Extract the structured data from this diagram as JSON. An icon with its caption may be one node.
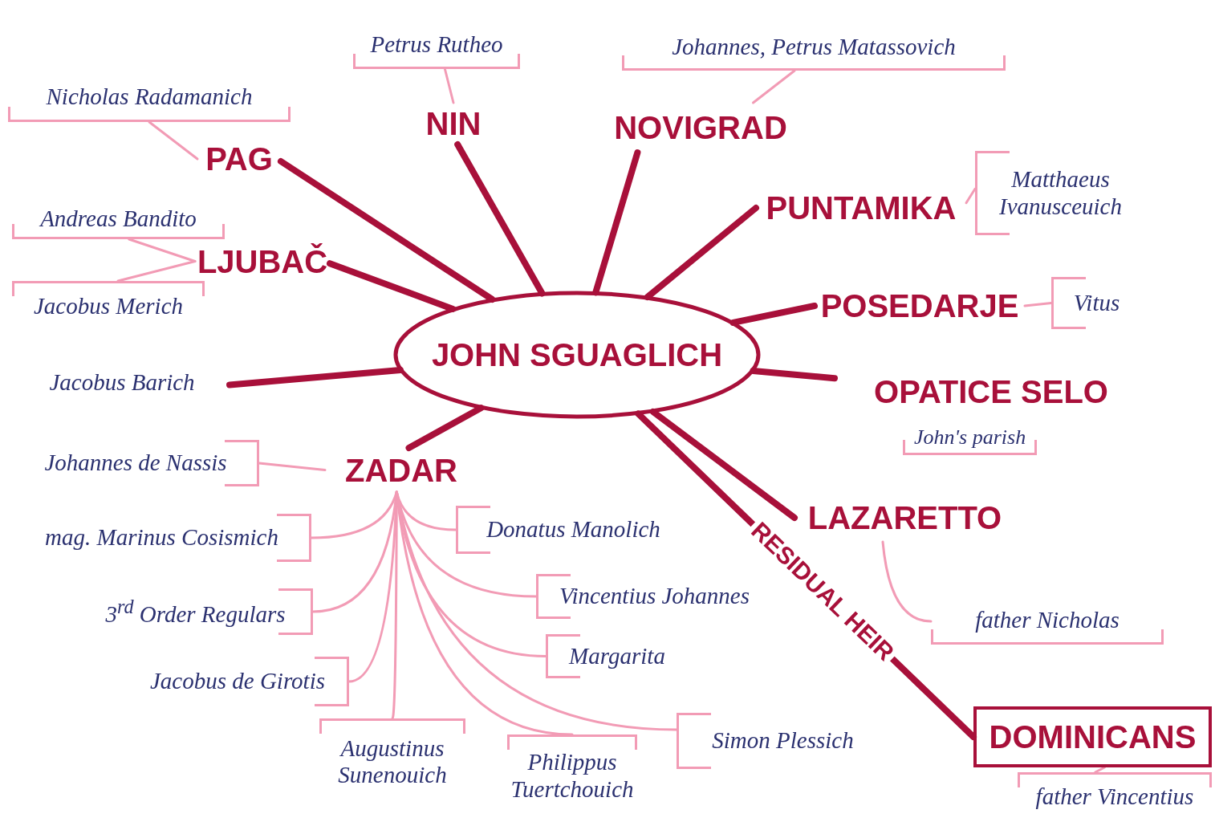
{
  "diagram": {
    "nodes": [
      {
        "text": [
          "JOHN SGUAGLICH"
        ]
      },
      {
        "text": [
          "PAG"
        ]
      },
      {
        "text": [
          "NIN"
        ]
      },
      {
        "text": [
          "NOVIGRAD"
        ]
      },
      {
        "text": [
          "PUNTAMIKA"
        ]
      },
      {
        "text": [
          "LJUBAČ"
        ]
      },
      {
        "text": [
          "POSEDARJE"
        ]
      },
      {
        "text": [
          "Jacobus Barich"
        ]
      },
      {
        "text": [
          "OPATICE SELO"
        ],
        "beside": [
          "John's parish"
        ]
      },
      {
        "text": [
          "ZADAR"
        ]
      },
      {
        "text": [
          "LAZARETTO"
        ]
      },
      {
        "text": [
          "DOMINICANS"
        ]
      },
      {
        "text": [
          "Petrus Rutheo"
        ]
      },
      {
        "text": [
          "Johannes, Petrus Matassovich"
        ]
      },
      {
        "text": [
          "Nicholas Radamanich"
        ]
      },
      {
        "text": [
          "Matthaeus Ivanusceuich"
        ]
      },
      {
        "text": [
          "Andreas Bandito"
        ]
      },
      {
        "text": [
          "Jacobus Merich"
        ]
      },
      {
        "text": [
          "Vitus"
        ]
      },
      {
        "text": [
          "Johannes de Nassis"
        ]
      },
      {
        "text": [
          "mag. Marinus Cosismich"
        ]
      },
      {
        "text": [
          "3$^{rd}$ Order Regulars"
        ]
      },
      {
        "text": [
          "Jacobus de Girotis"
        ]
      },
      {
        "text": [
          "Augustinus Sunenouich"
        ]
      },
      {
        "text": [
          "Philippus Tuertchouich"
        ]
      },
      {
        "text": [
          "Simon Plessich"
        ]
      },
      {
        "text": [
          "Donatus Manolich"
        ]
      },
      {
        "text": [
          "Vincentius Johannes"
        ]
      },
      {
        "text": [
          "Margarita"
        ]
      },
      {
        "text": [
          "father Nicholas"
        ]
      },
      {
        "text": [
          "father Vincentius"
        ]
      }
    ],
    "edges": [
      {
        "from": 0,
        "to": 1,
        "arrow": "none",
        "style": "thick",
        "color": "#a8103a"
      },
      {
        "from": 0,
        "to": 2,
        "arrow": "none",
        "style": "thick",
        "color": "#a8103a"
      },
      {
        "from": 0,
        "to": 3,
        "arrow": "none",
        "style": "thick",
        "color": "#a8103a"
      },
      {
        "from": 0,
        "to": 4,
        "arrow": "none",
        "style": "thick",
        "color": "#a8103a"
      },
      {
        "from": 0,
        "to": 5,
        "arrow": "none",
        "style": "thick",
        "color": "#a8103a"
      },
      {
        "from": 0,
        "to": 6,
        "arrow": "none",
        "style": "thick",
        "color": "#a8103a"
      },
      {
        "from": 0,
        "to": 7,
        "arrow": "none",
        "style": "thick",
        "color": "#a8103a"
      },
      {
        "from": 0,
        "to": 8,
        "arrow": "none",
        "style": "thick",
        "color": "#a8103a"
      },
      {
        "from": 0,
        "to": 9,
        "arrow": "none",
        "style": "thick",
        "color": "#a8103a"
      },
      {
        "from": 0,
        "to": 10,
        "arrow": "none",
        "style": "thick",
        "color": "#a8103a"
      },
      {
        "from": 0,
        "to": 11,
        "arrow": "none",
        "style": "thick",
        "color": "#a8103a",
        "label": "RESIDUAL HEIR"
      },
      {
        "from": 2,
        "to": 12,
        "arrow": "none"
      },
      {
        "from": 3,
        "to": 13,
        "arrow": "none"
      },
      {
        "from": 1,
        "to": 14,
        "arrow": "none"
      },
      {
        "from": 4,
        "to": 15,
        "arrow": "none"
      },
      {
        "from": 5,
        "to": 16,
        "arrow": "none"
      },
      {
        "from": 5,
        "to": 17,
        "arrow": "none"
      },
      {
        "from": 6,
        "to": 18,
        "arrow": "none"
      },
      {
        "from": 9,
        "to": 19,
        "arrow": "none"
      },
      {
        "from": 9,
        "to": 20,
        "arrow": "none"
      },
      {
        "from": 9,
        "to": 21,
        "arrow": "none"
      },
      {
        "from": 9,
        "to": 22,
        "arrow": "none"
      },
      {
        "from": 9,
        "to": 23,
        "arrow": "none"
      },
      {
        "from": 9,
        "to": 24,
        "arrow": "none"
      },
      {
        "from": 9,
        "to": 25,
        "arrow": "none"
      },
      {
        "from": 9,
        "to": 26,
        "arrow": "none"
      },
      {
        "from": 9,
        "to": 27,
        "arrow": "none"
      },
      {
        "from": 9,
        "to": 28,
        "arrow": "none"
      },
      {
        "from": 10,
        "to": 29,
        "arrow": "none"
      },
      {
        "from": 11,
        "to": 30,
        "arrow": "none"
      }
    ]
  }
}
